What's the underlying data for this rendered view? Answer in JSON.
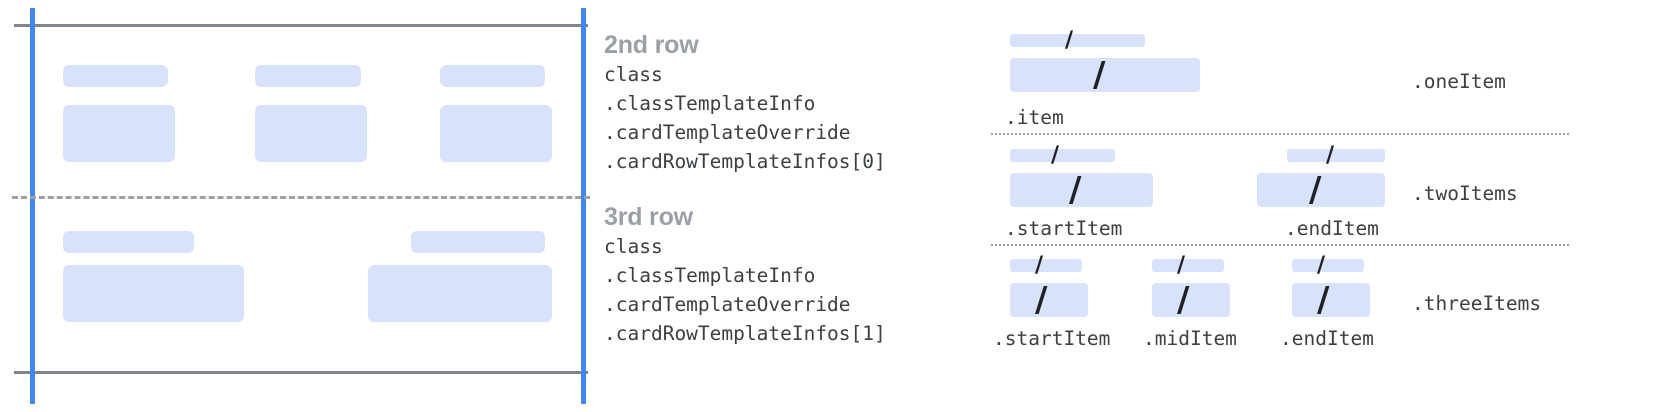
{
  "colors": {
    "accent_blue": "#4285f4",
    "block_fill": "#d9e2fb",
    "frame_gray": "#80868b",
    "divider_gray": "#9aa0a6",
    "code_text": "#3c4043",
    "title_text": "#9aa0a6",
    "slash_dark": "#202124",
    "background": "#ffffff"
  },
  "left_diagram": {
    "name": "card-row-preview",
    "row_divider_style": "dashed",
    "rows": [
      {
        "name": "second-row",
        "cells": [
          {
            "label_block": true,
            "body_block": true
          },
          {
            "label_block": true,
            "body_block": true
          },
          {
            "label_block": true,
            "body_block": true
          }
        ]
      },
      {
        "name": "third-row",
        "cells": [
          {
            "label_block": true,
            "body_block": true
          },
          {
            "label_block": true,
            "body_block": true
          }
        ]
      }
    ]
  },
  "text_groups": [
    {
      "title": "2nd row",
      "code_lines": [
        "class",
        ".classTemplateInfo",
        ".cardTemplateOverride",
        ".cardRowTemplateInfos[0]"
      ]
    },
    {
      "title": "3rd row",
      "code_lines": [
        "class",
        ".classTemplateInfo",
        ".cardTemplateOverride",
        ".cardRowTemplateInfos[1]"
      ]
    }
  ],
  "right_diagram": {
    "name": "row-layout-variants",
    "divider_style": "dotted",
    "slash_glyph": "/",
    "variants": [
      {
        "group_label": ".oneItem",
        "slots": [
          {
            "label": ".item",
            "slash": "/"
          }
        ]
      },
      {
        "group_label": ".twoItems",
        "slots": [
          {
            "label": ".startItem",
            "slash": "/"
          },
          {
            "label": ".endItem",
            "slash": "/"
          }
        ]
      },
      {
        "group_label": ".threeItems",
        "slots": [
          {
            "label": ".startItem",
            "slash": "/"
          },
          {
            "label": ".midItem",
            "slash": "/"
          },
          {
            "label": ".endItem",
            "slash": "/"
          }
        ]
      }
    ]
  }
}
